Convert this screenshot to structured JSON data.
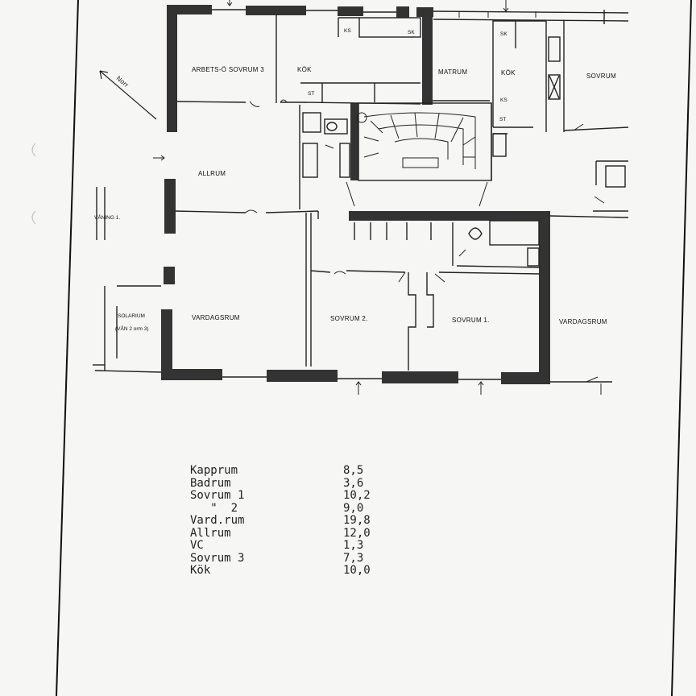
{
  "plan": {
    "north_label": "Norr",
    "floor_label": "VÅNING 1.",
    "rooms": {
      "arbets_sovrum3": "ARBETS-Ö SOVRUM 3",
      "kok_left": "KÖK",
      "matrum": "MATRUM",
      "kok_right": "KÖK",
      "sovrum_right": "SOVRUM",
      "allrum": "ALLRUM",
      "solarium": "SOLARIUM",
      "solarium_note": "(VÅN 2 orm 3)",
      "vardagsrum_left": "VARDAGSRUM",
      "sovrum2": "SOVRUM 2.",
      "sovrum1": "SOVRUM 1.",
      "vardagsrum_right": "VARDAGSRUM"
    },
    "fixtures": {
      "ks": "KS",
      "sk_left": "SK",
      "sk_right": "SK",
      "ks_right": "KS",
      "st_left": "ST",
      "st_right": "ST"
    }
  },
  "areas": [
    {
      "name": "Kapprum",
      "value": "8,5"
    },
    {
      "name": "Badrum",
      "value": "3,6"
    },
    {
      "name": "Sovrum 1",
      "value": "10,2"
    },
    {
      "name": "   \"  2",
      "value": "9,0"
    },
    {
      "name": "Vard.rum",
      "value": "19,8"
    },
    {
      "name": "Allrum",
      "value": "12,0"
    },
    {
      "name": "VC",
      "value": "1,3"
    },
    {
      "name": "Sovrum 3",
      "value": "7,3"
    },
    {
      "name": "Kök",
      "value": "10,0"
    }
  ]
}
